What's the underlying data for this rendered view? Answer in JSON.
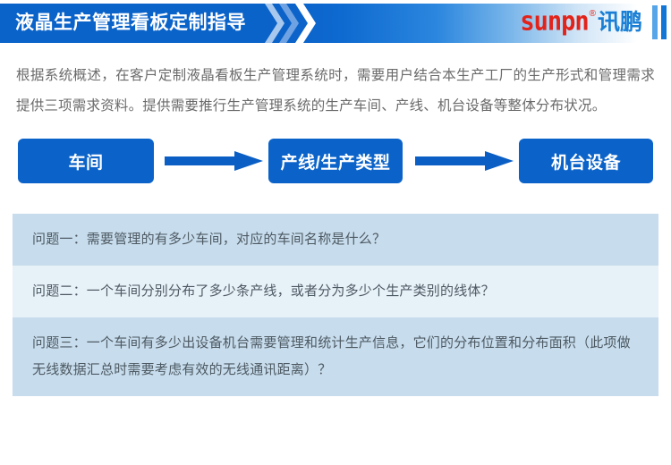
{
  "header": {
    "title": "液晶生产管理看板定制指导",
    "logo": {
      "wordmark": "sunpn",
      "registered": "®",
      "chinese": "讯鹏"
    },
    "accent_color": "#0b63c9",
    "logo_red": "#e2231a",
    "logo_blue": "#1a7fd4"
  },
  "intro": {
    "paragraph": "根据系统概述，在客户定制液晶看板生产管理系统时，需要用户结合本生产工厂的生产形式和管理需求提供三项需求资料。提供需要推行生产管理系统的生产车间、产线、机台设备等整体分布状况。"
  },
  "flow": {
    "boxes": [
      {
        "label": "车间"
      },
      {
        "label": "产线/生产类型"
      },
      {
        "label": "机台设备"
      }
    ],
    "arrows": [
      {
        "name": "arrow-right-1"
      },
      {
        "name": "arrow-right-2"
      }
    ],
    "box_color": "#0b63c9",
    "arrow_color": "#0b5fc4"
  },
  "questions": {
    "rows": [
      {
        "text": "问题一：需要管理的有多少车间，对应的车间名称是什么？",
        "shade": "#c7dcec"
      },
      {
        "text": "问题二：一个车间分别分布了多少条产线，或者分为多少个生产类别的线体？",
        "shade": "#e7f1f8"
      },
      {
        "text": "问题三：一个车间有多少出设备机台需要管理和统计生产信息，它们的分布位置和分布面积（此项做无线数据汇总时需要考虑有效的无线通讯距离）？",
        "shade": "#c7dcec"
      }
    ]
  }
}
